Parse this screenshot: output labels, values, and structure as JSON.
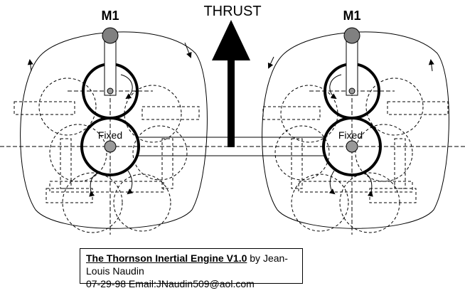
{
  "labels": {
    "thrust": "THRUST",
    "m1_left": "M1",
    "m1_right": "M1",
    "fixed_left": "Fixed",
    "fixed_right": "Fixed"
  },
  "caption": {
    "title": "The Thornson Inertial Engine V1.0",
    "author": " by Jean-Louis Naudin",
    "line2": "07-29-98 Email:JNaudin509@aol.com"
  },
  "colors": {
    "knob": "#808080",
    "line": "#000000"
  }
}
